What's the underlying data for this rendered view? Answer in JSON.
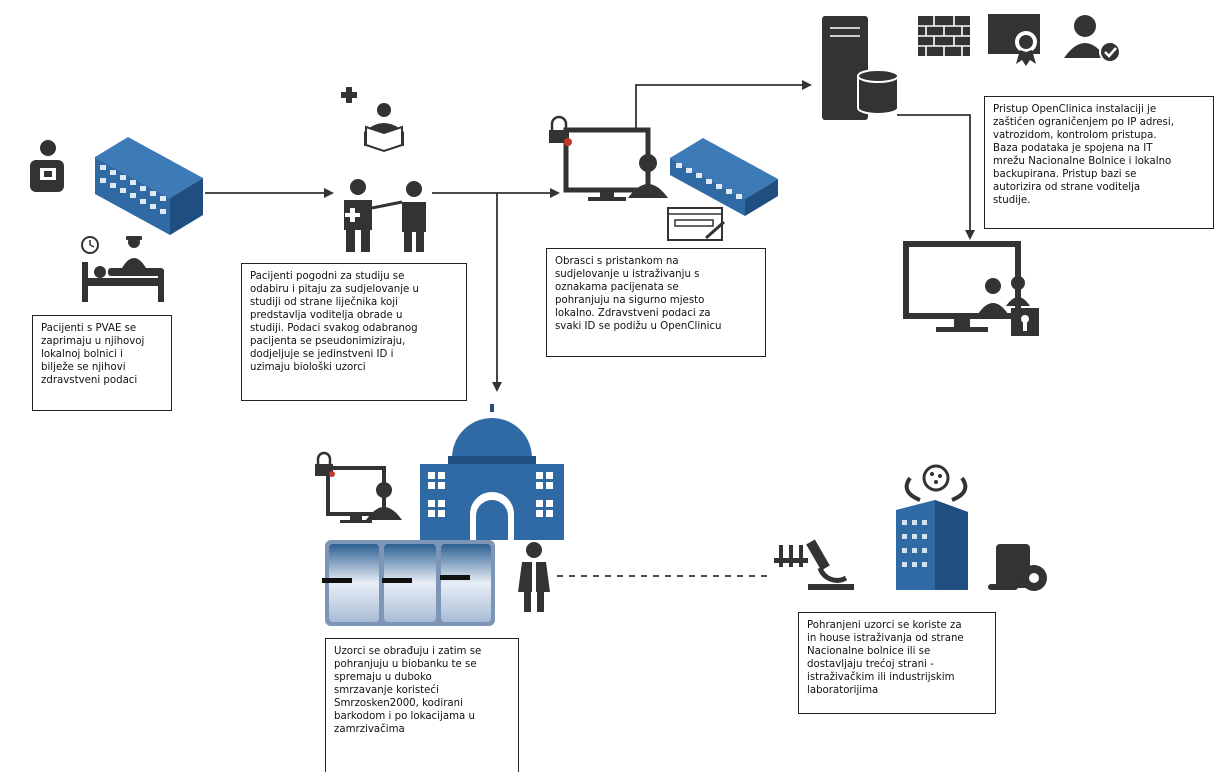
{
  "notes": {
    "admission": "Pacijenti s PVAE se\nzaprimaju u njihovoj\nlokalnoj bolnici i\nbilježe  se njihovi\nzdravstveni podaci",
    "selection": "Pacijenti pogodni za studiju se\nodabiru i pitaju za sudjelovanje u\nstudiji od strane  liječnika koji\npredstavlja voditelja obrade u\nstudiji. Podaci svakog odabranog\npacijenta se pseudonimiziraju,\ndodjeljuje se jedinstveni ID i\nuzimaju biološki uzorci",
    "consent": "Obrasci s pristankom na\nsudjelovanje u istraživanju s\noznakama pacijenata se\npohranjuju na sigurno mjesto\nlokalno. Zdravstveni podaci za\nsvaki ID se podižu u OpenClinicu",
    "openclinica": "Pristup OpenClinica instalaciji je\nzaštićen ograničenjem po  IP adresi,\nvatrozidom, kontrolom pristupa.\nBaza podataka je spojena na IT\nmrežu Nacionalne Bolnice i lokalno\nbackupirana. Pristup bazi se\nautorizira od strane voditelja\nstudije.",
    "biobank": "Uzorci se obrađuju i zatim se\npohranjuju u biobanku te se\nspremaju u duboko\nsmrzavanje koristeći\nSmrzosken2000, kodirani\nbarkodom i po lokacijama u\nzamrzivačima",
    "research": "Pohranjeni uzorci se koriste za\nin house istraživanja od strane\nNacionalne bolnice ili se\ndostavljaju trećoj strani  -\nistraživačkim ili industrijskim\nlaboratorijima"
  },
  "colors": {
    "icon": "#333333",
    "building_blue": "#2f6aa5",
    "building_dark": "#1e4f80",
    "line": "#333333"
  },
  "icons": [
    "patient-icon",
    "hospital-building-icon",
    "hospital-bed-icon",
    "doctor-reading-icon",
    "doctor-patient-icon",
    "locked-computer-icon",
    "computer-user-icon",
    "hospital-building-icon",
    "form-edit-icon",
    "server-database-icon",
    "firewall-icon",
    "certificate-icon",
    "verified-user-icon",
    "monitor-user-lock-icon",
    "locked-computer-icon",
    "national-hospital-icon",
    "freezer-icon",
    "lab-technician-icon",
    "test-tubes-icon",
    "microscope-icon",
    "research-lab-building-icon",
    "scroll-gear-icon"
  ]
}
